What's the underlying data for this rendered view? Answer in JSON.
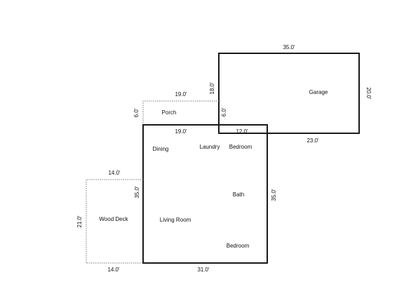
{
  "colors": {
    "wall": "#1a1a1a",
    "outline_dotted": "#777777",
    "background": "#ffffff"
  },
  "garage": {
    "label": "Garage",
    "dim_top": "35.0'",
    "dim_right": "20.0'",
    "dim_bottom": "23.0'",
    "dim_left_upper": "18.0'",
    "dim_left_lower": "6.0'"
  },
  "porch": {
    "label": "Porch",
    "dim_top": "19.0'",
    "dim_left": "6.0'"
  },
  "main_house": {
    "dim_top_left": "19.0'",
    "dim_top_right": "12.0'",
    "dim_right": "35.0'",
    "dim_left": "35.0'",
    "dim_bottom": "31.0'",
    "rooms": {
      "dining": "Dining",
      "laundry": "Laundry",
      "bedroom_top": "Bedroom",
      "bath": "Bath",
      "living_room": "Living Room",
      "bedroom_bottom": "Bedroom"
    }
  },
  "wood_deck": {
    "label": "Wood Deck",
    "dim_top": "14.0'",
    "dim_left": "21.0'",
    "dim_bottom": "14.0'"
  }
}
